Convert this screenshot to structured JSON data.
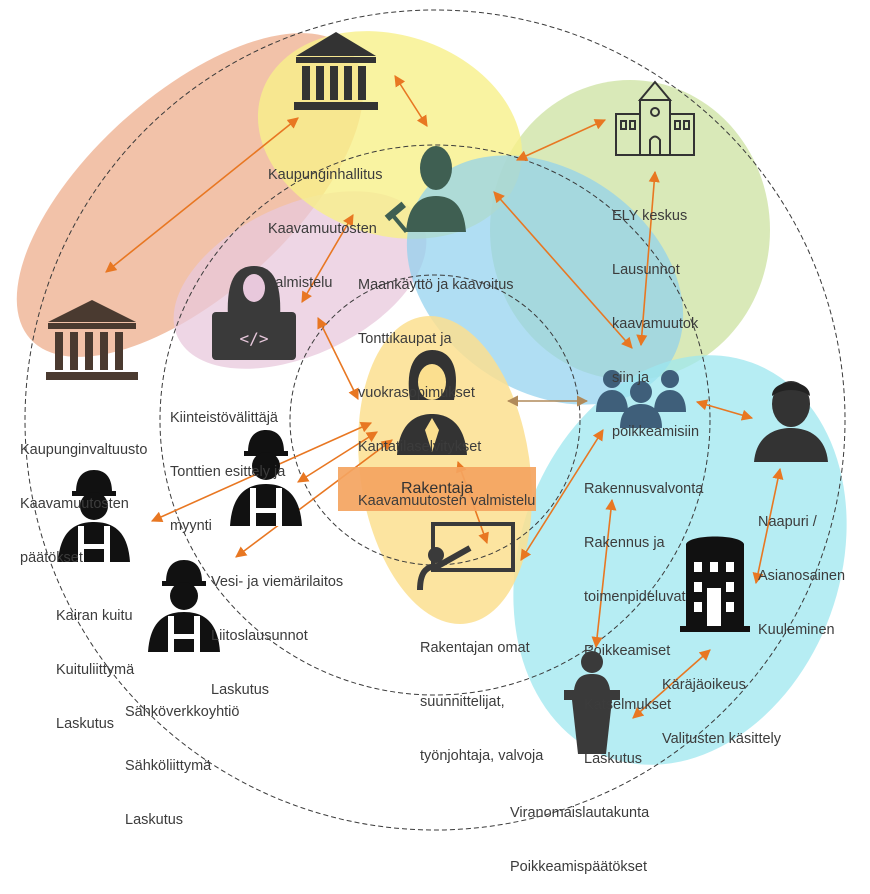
{
  "colors": {
    "arrow": "#e87722",
    "arrow_grey": "#b08a5a",
    "icon": "#333333",
    "orange_blob": "#f0b79a",
    "yellow_blob": "#f7f08a",
    "green_blob": "#cfe3a6",
    "blue_blob": "#8fd0ee",
    "pink_blob": "#e8c8dc",
    "cyan_blob": "#9ee7ef",
    "builder_blob": "#fbdf8f",
    "rakentaja_bar": "#f4a460"
  },
  "nodes": {
    "kaupunginhallitus": {
      "icon": "government-building-icon",
      "lines": [
        "Kaupunginhallitus",
        "Kaavamuutosten",
        "valmistelu"
      ]
    },
    "maankaytto": {
      "icon": "official-with-gavel-icon",
      "lines": [
        "Maankäyttö ja kaavoitus",
        "Tonttikaupat ja",
        "vuokrasopimukset",
        "Kantatilaselvitykset",
        "Kaavamuutosten valmistelu"
      ]
    },
    "ely": {
      "icon": "ely-building-icon",
      "lines": [
        "ELY keskus",
        "Lausunnot",
        "kaavamuutok",
        "siin ja",
        "poikkeamisiin"
      ]
    },
    "kaupunginvaltuusto": {
      "icon": "council-building-icon",
      "lines": [
        "Kaupunginvaltuusto",
        "Kaavamuutosten",
        "päätökset"
      ]
    },
    "kiinteistovalittaja": {
      "icon": "developer-laptop-icon",
      "lines": [
        "Kiinteistövälittäjä",
        "Tonttien esittely ja",
        "myynti"
      ]
    },
    "rakentaja": {
      "icon": "builder-person-icon",
      "label": "Rakentaja"
    },
    "rakennusvalvonta": {
      "icon": "group-people-icon",
      "lines": [
        "Rakennusvalvonta",
        "Rakennus ja",
        "toimenpideluvat",
        "Poikkeamiset",
        "Katselmukset",
        "Laskutus"
      ]
    },
    "naapuri": {
      "icon": "neighbor-person-icon",
      "lines": [
        "Naapuri /",
        "Asianosainen",
        "Kuuleminen"
      ]
    },
    "vesi": {
      "icon": "worker-helmet-icon",
      "lines": [
        "Vesi- ja viemärilaitos",
        "Liitoslausunnot",
        "Laskutus"
      ]
    },
    "kairan": {
      "icon": "worker-helmet-icon",
      "lines": [
        "Kairan kuitu",
        "Kuituliittymä",
        "Laskutus"
      ]
    },
    "sahko": {
      "icon": "worker-helmet-icon",
      "lines": [
        "Sähköverkkoyhtiö",
        "Sähköliittymä",
        "Laskutus"
      ]
    },
    "suunnittelijat": {
      "icon": "presentation-board-icon",
      "lines": [
        "Rakentajan omat",
        "suunnittelijat,",
        "työnjohtaja, valvoja"
      ]
    },
    "karajaoikeus": {
      "icon": "court-tower-icon",
      "lines": [
        "Käräjäoikeus",
        "Valitusten käsittely"
      ]
    },
    "viranomais": {
      "icon": "podium-speaker-icon",
      "lines": [
        "Viranomaislautakunta",
        "Poikkeamispäätökset"
      ]
    }
  }
}
